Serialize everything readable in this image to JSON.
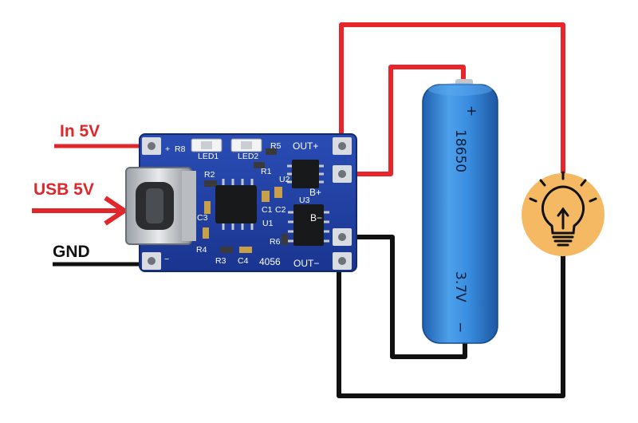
{
  "labels": {
    "in5v": "In 5V",
    "usb5v": "USB 5V",
    "gnd": "GND"
  },
  "board": {
    "pins": {
      "out_plus": "OUT+",
      "b_plus": "B+",
      "b_minus": "B−",
      "out_minus": "OUT−",
      "plus": "+",
      "minus": "−"
    },
    "components": {
      "r8": "R8",
      "led1": "LED1",
      "led2": "LED2",
      "r5": "R5",
      "r1": "R1",
      "r2": "R2",
      "c3": "C3",
      "r4": "R4",
      "r3": "R3",
      "c4": "C4",
      "c1": "C1",
      "c2": "C2",
      "u1": "U1",
      "u2": "U2",
      "u3": "U3",
      "r6": "R6"
    },
    "model": "4056"
  },
  "battery": {
    "plus_mark": "+",
    "model": "18650",
    "voltage": "3.7V",
    "minus_mark": "−"
  },
  "colors": {
    "positive_wire": "#e8252b",
    "negative_wire": "#111111",
    "pcb": "#1f3fa0",
    "battery": "#2f7fd0",
    "bulb_bg": "#f5b963"
  },
  "icons": {
    "bulb": "lightbulb-icon",
    "usb": "usb-c-port-icon"
  }
}
